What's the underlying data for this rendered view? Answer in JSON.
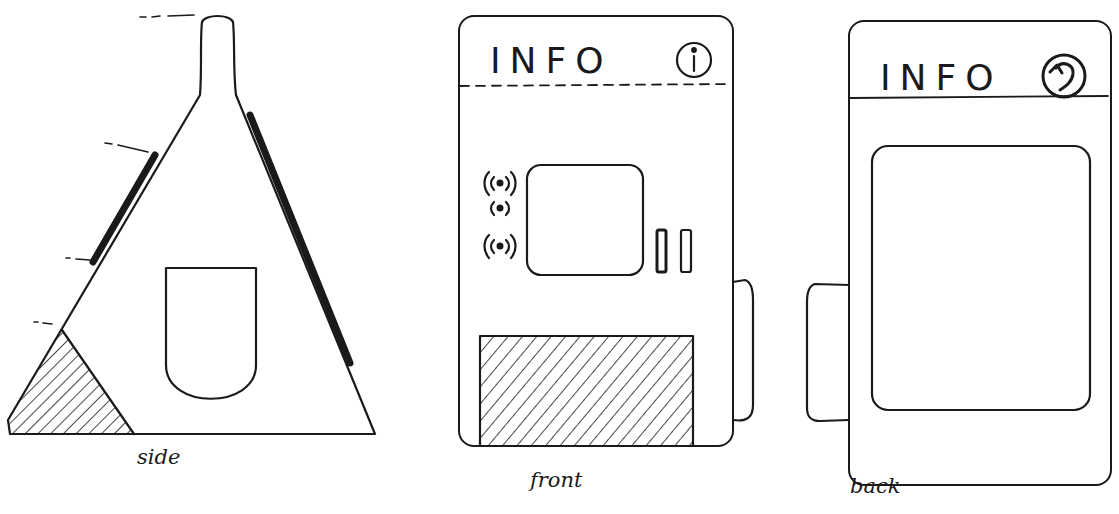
{
  "diagram": {
    "nodes": [
      {
        "text": [
          "INFO"
        ]
      },
      {
        "text": [
          "INFO"
        ]
      }
    ],
    "labels": [
      "side",
      "front",
      "back"
    ]
  }
}
